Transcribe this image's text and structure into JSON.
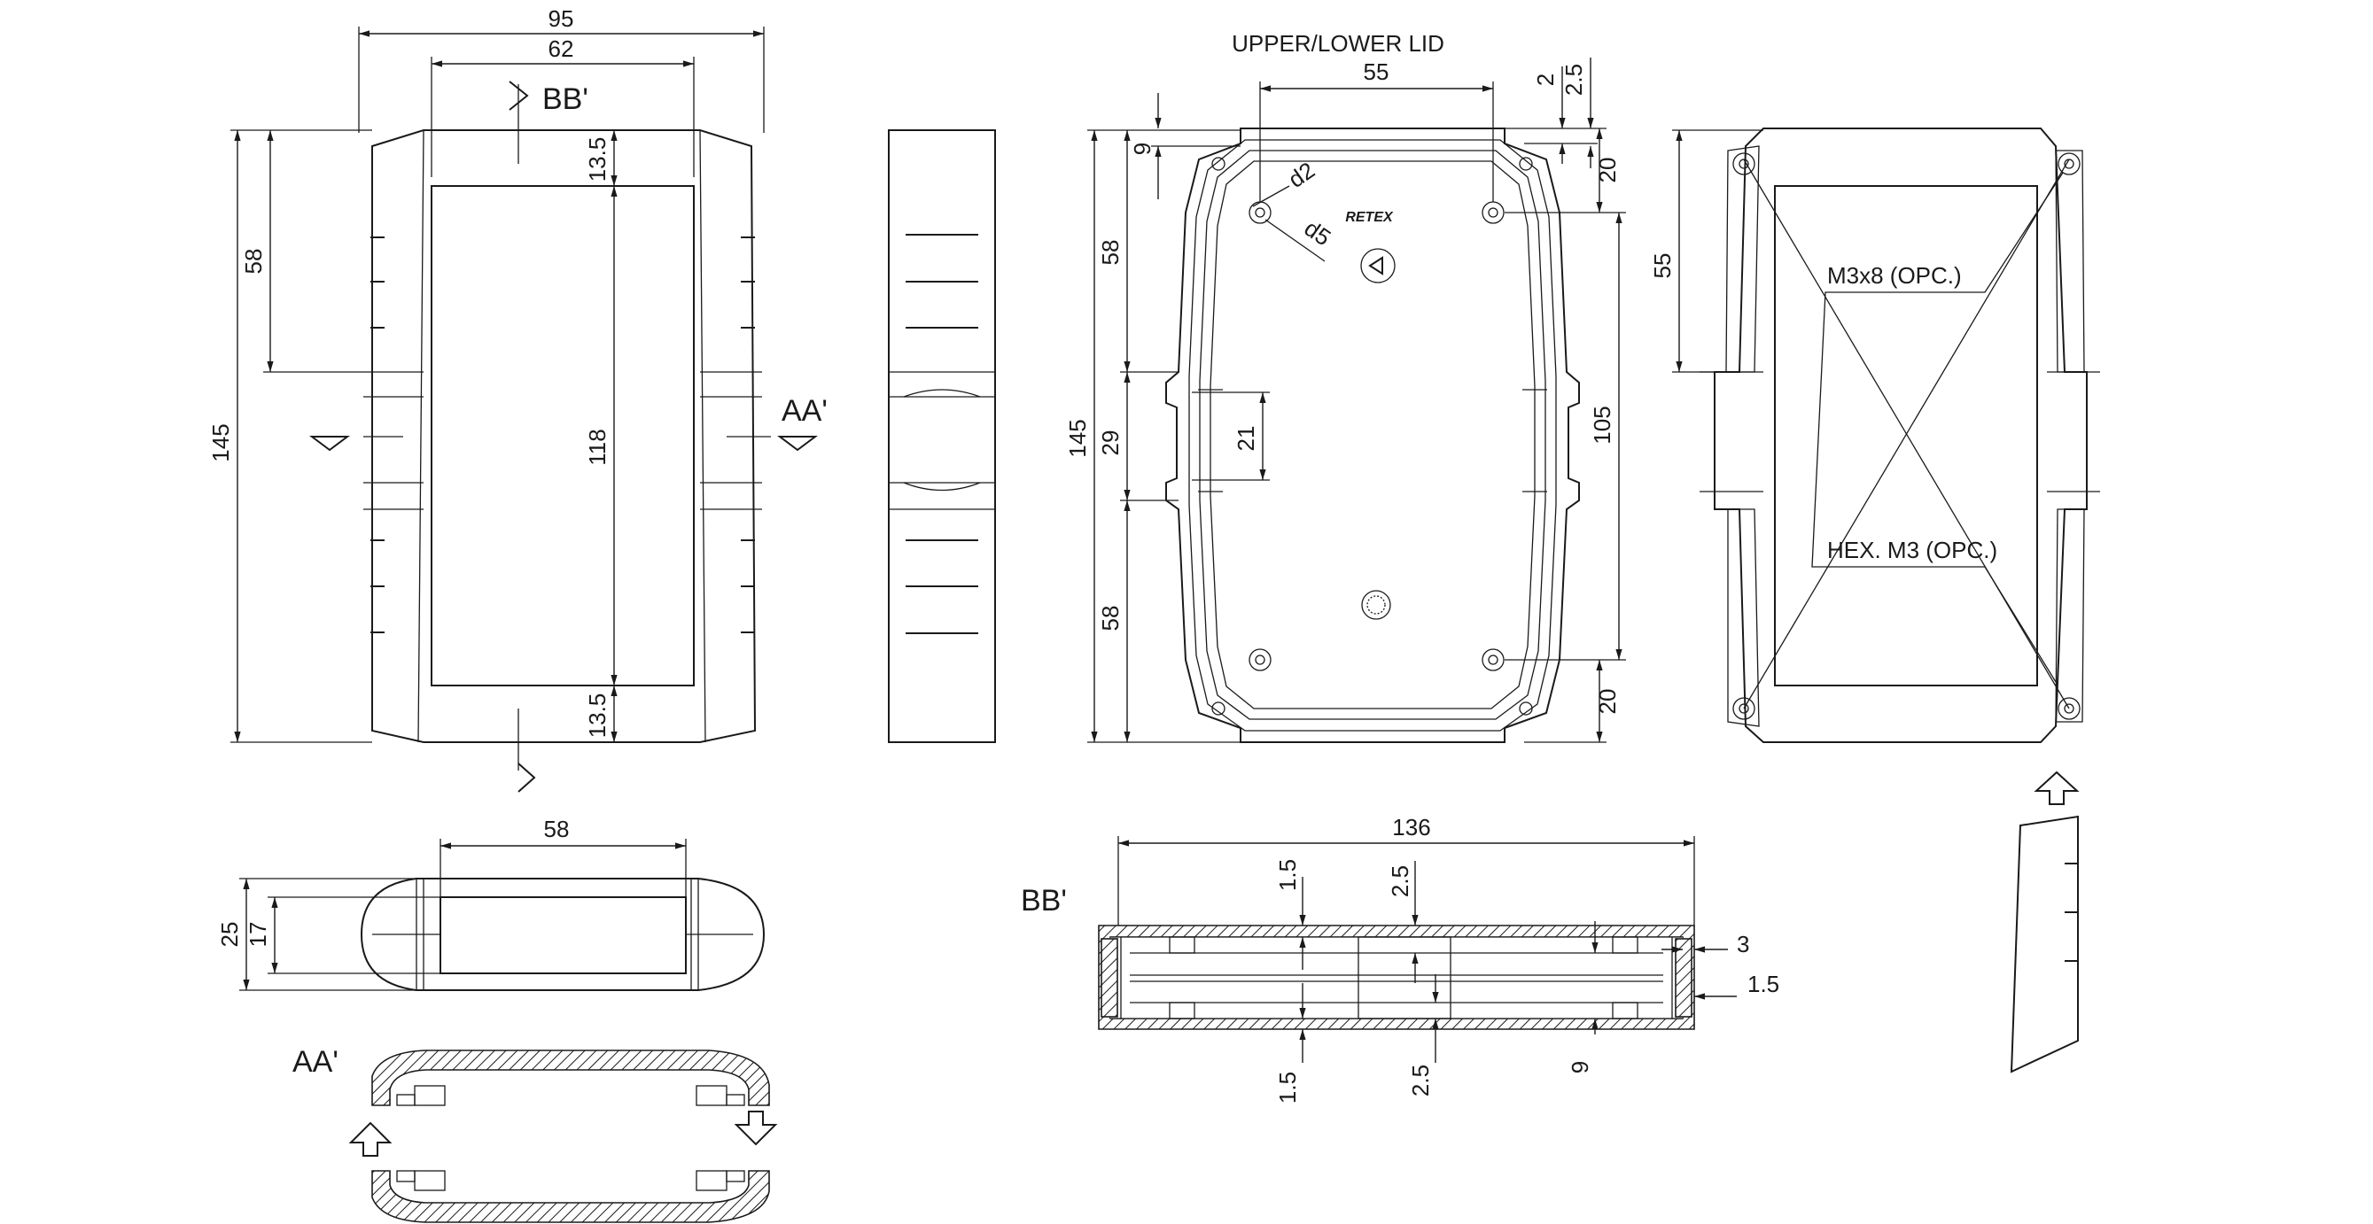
{
  "header": {
    "lid_title": "UPPER/LOWER LID"
  },
  "section_labels": {
    "bb": "BB'",
    "aa": "AA'",
    "bb_side": "BB'",
    "aa_side": "AA'"
  },
  "dims_top_view": {
    "w95": "95",
    "w62": "62",
    "h145": "145",
    "h58": "58",
    "h118": "118",
    "m13_top": "13.5",
    "m13_bot": "13.5"
  },
  "dims_lid_view": {
    "w55": "55",
    "d2": "2",
    "d25": "2.5",
    "d9": "9",
    "d20_top": "20",
    "h58_top": "58",
    "h145": "145",
    "h29": "29",
    "h21": "21",
    "h105": "105",
    "h58_bot": "58",
    "d20_bot": "20",
    "hole_d2": "d2",
    "hole_d5": "d5",
    "logo": "RETEX"
  },
  "dims_right_view": {
    "h55": "55",
    "screw": "M3x8 (OPC.)",
    "nut": "HEX. M3 (OPC.)"
  },
  "dims_side_view": {
    "w58": "58",
    "h25": "25",
    "h17": "17"
  },
  "dims_section_bb": {
    "w136": "136",
    "t15_top": "1.5",
    "t25_top": "2.5",
    "t3": "3",
    "t15_right": "1.5",
    "t15_bot": "1.5",
    "t25_bot": "2.5",
    "t9": "9"
  }
}
